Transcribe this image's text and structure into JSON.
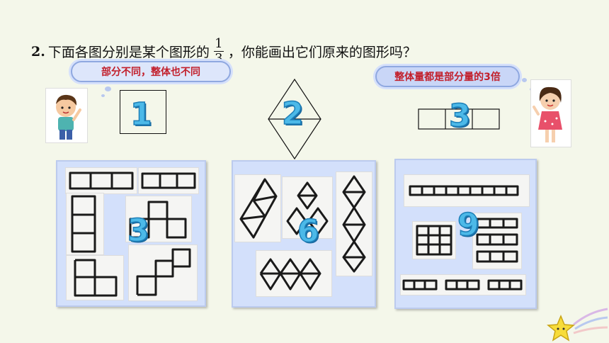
{
  "question": {
    "number": "2.",
    "text_before": "下面各图分别是某个图形的",
    "fraction_numerator": "1",
    "fraction_denominator": "3",
    "text_after": "，你能画出它们原来的图形吗？"
  },
  "bubbles": {
    "left": "部分不同，整体也不同",
    "right": "整体量都是部分量的3倍"
  },
  "figure_labels": {
    "square": "1",
    "rhombus": "2",
    "bar": "3"
  },
  "answer_counts": {
    "panel1": "3",
    "panel2": "6",
    "panel3": "9"
  },
  "colors": {
    "bubble_text": "#c21e2a",
    "number_fill": "#4cb9e8",
    "panel_bg": "#d3e0fb"
  }
}
